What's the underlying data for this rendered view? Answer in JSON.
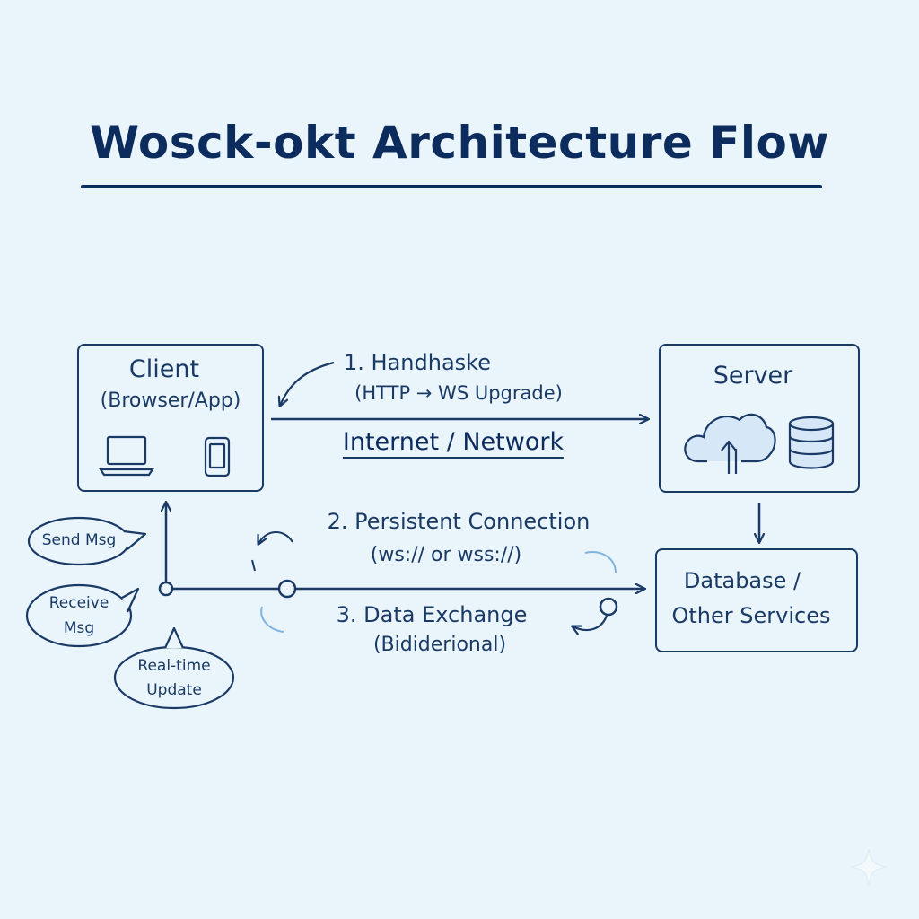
{
  "title": "Wosck-okt Architecture Flow",
  "client": {
    "title": "Client",
    "subtitle": "(Browser/App)"
  },
  "server": {
    "title": "Server"
  },
  "database": {
    "line1": "Database /",
    "line2": "Other Services"
  },
  "handshake": {
    "line1": "1. Handhaske",
    "line2": "(HTTP → WS Upgrade)"
  },
  "network": {
    "label": "Internet / Network"
  },
  "persistent": {
    "line1": "2. Persistent Connection",
    "line2": "(ws:// or wss://)"
  },
  "exchange": {
    "line1": "3. Data Exchange",
    "line2": "(Bididerional)"
  },
  "bubbles": {
    "send": "Send Msg",
    "receive_line1": "Receive",
    "receive_line2": "Msg",
    "realtime_line1": "Real-time",
    "realtime_line2": "Update"
  },
  "icons": [
    "laptop-icon",
    "phone-icon",
    "cloud-upload-icon",
    "database-icon"
  ],
  "colors": {
    "background": "#eaf4fb",
    "ink": "#1a3a66",
    "title": "#0d2c5e",
    "accent_light": "#7fb3de"
  }
}
